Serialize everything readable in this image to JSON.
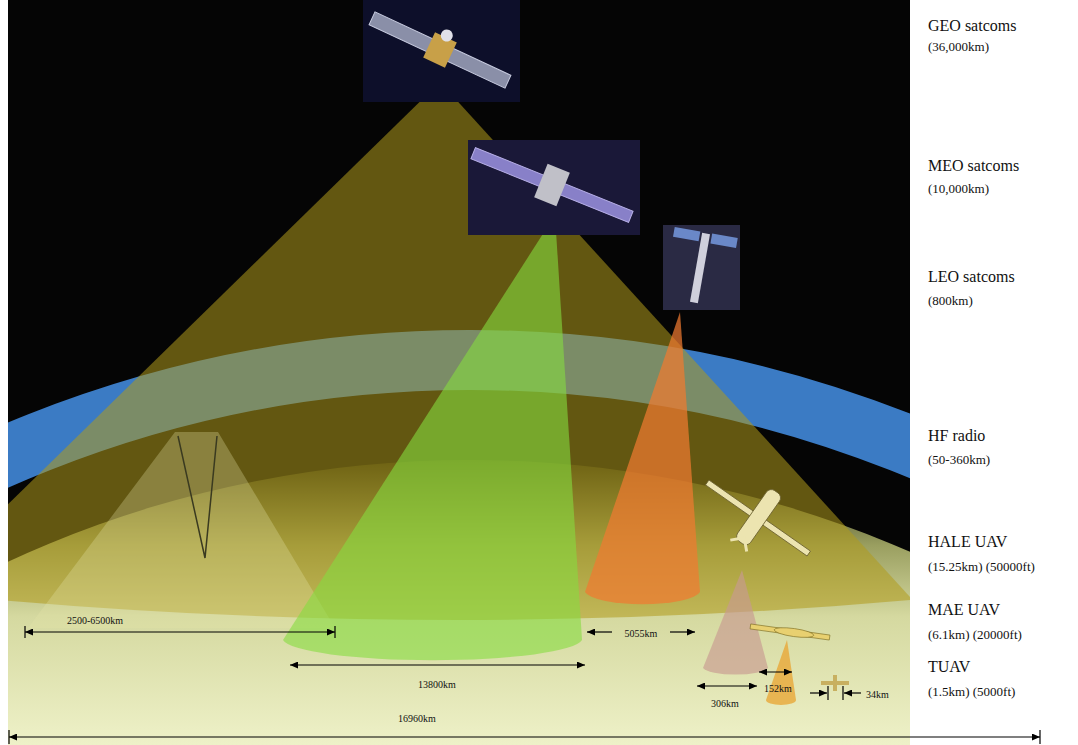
{
  "diagram": {
    "labels": [
      "GEO satcoms",
      "(36,000km)",
      "MEO satcoms",
      "(10,000km)",
      "LEO satcoms",
      "(800km)",
      "HF radio",
      "(50-360km)",
      "HALE UAV",
      "(15.25km) (50000ft)",
      "MAE UAV",
      "(6.1km) (20000ft)",
      "TUAV",
      "(1.5km) (5000ft)",
      "2500-6500km",
      "5055km",
      "13800km",
      "306km",
      "152km",
      "34km",
      "16960km"
    ]
  }
}
